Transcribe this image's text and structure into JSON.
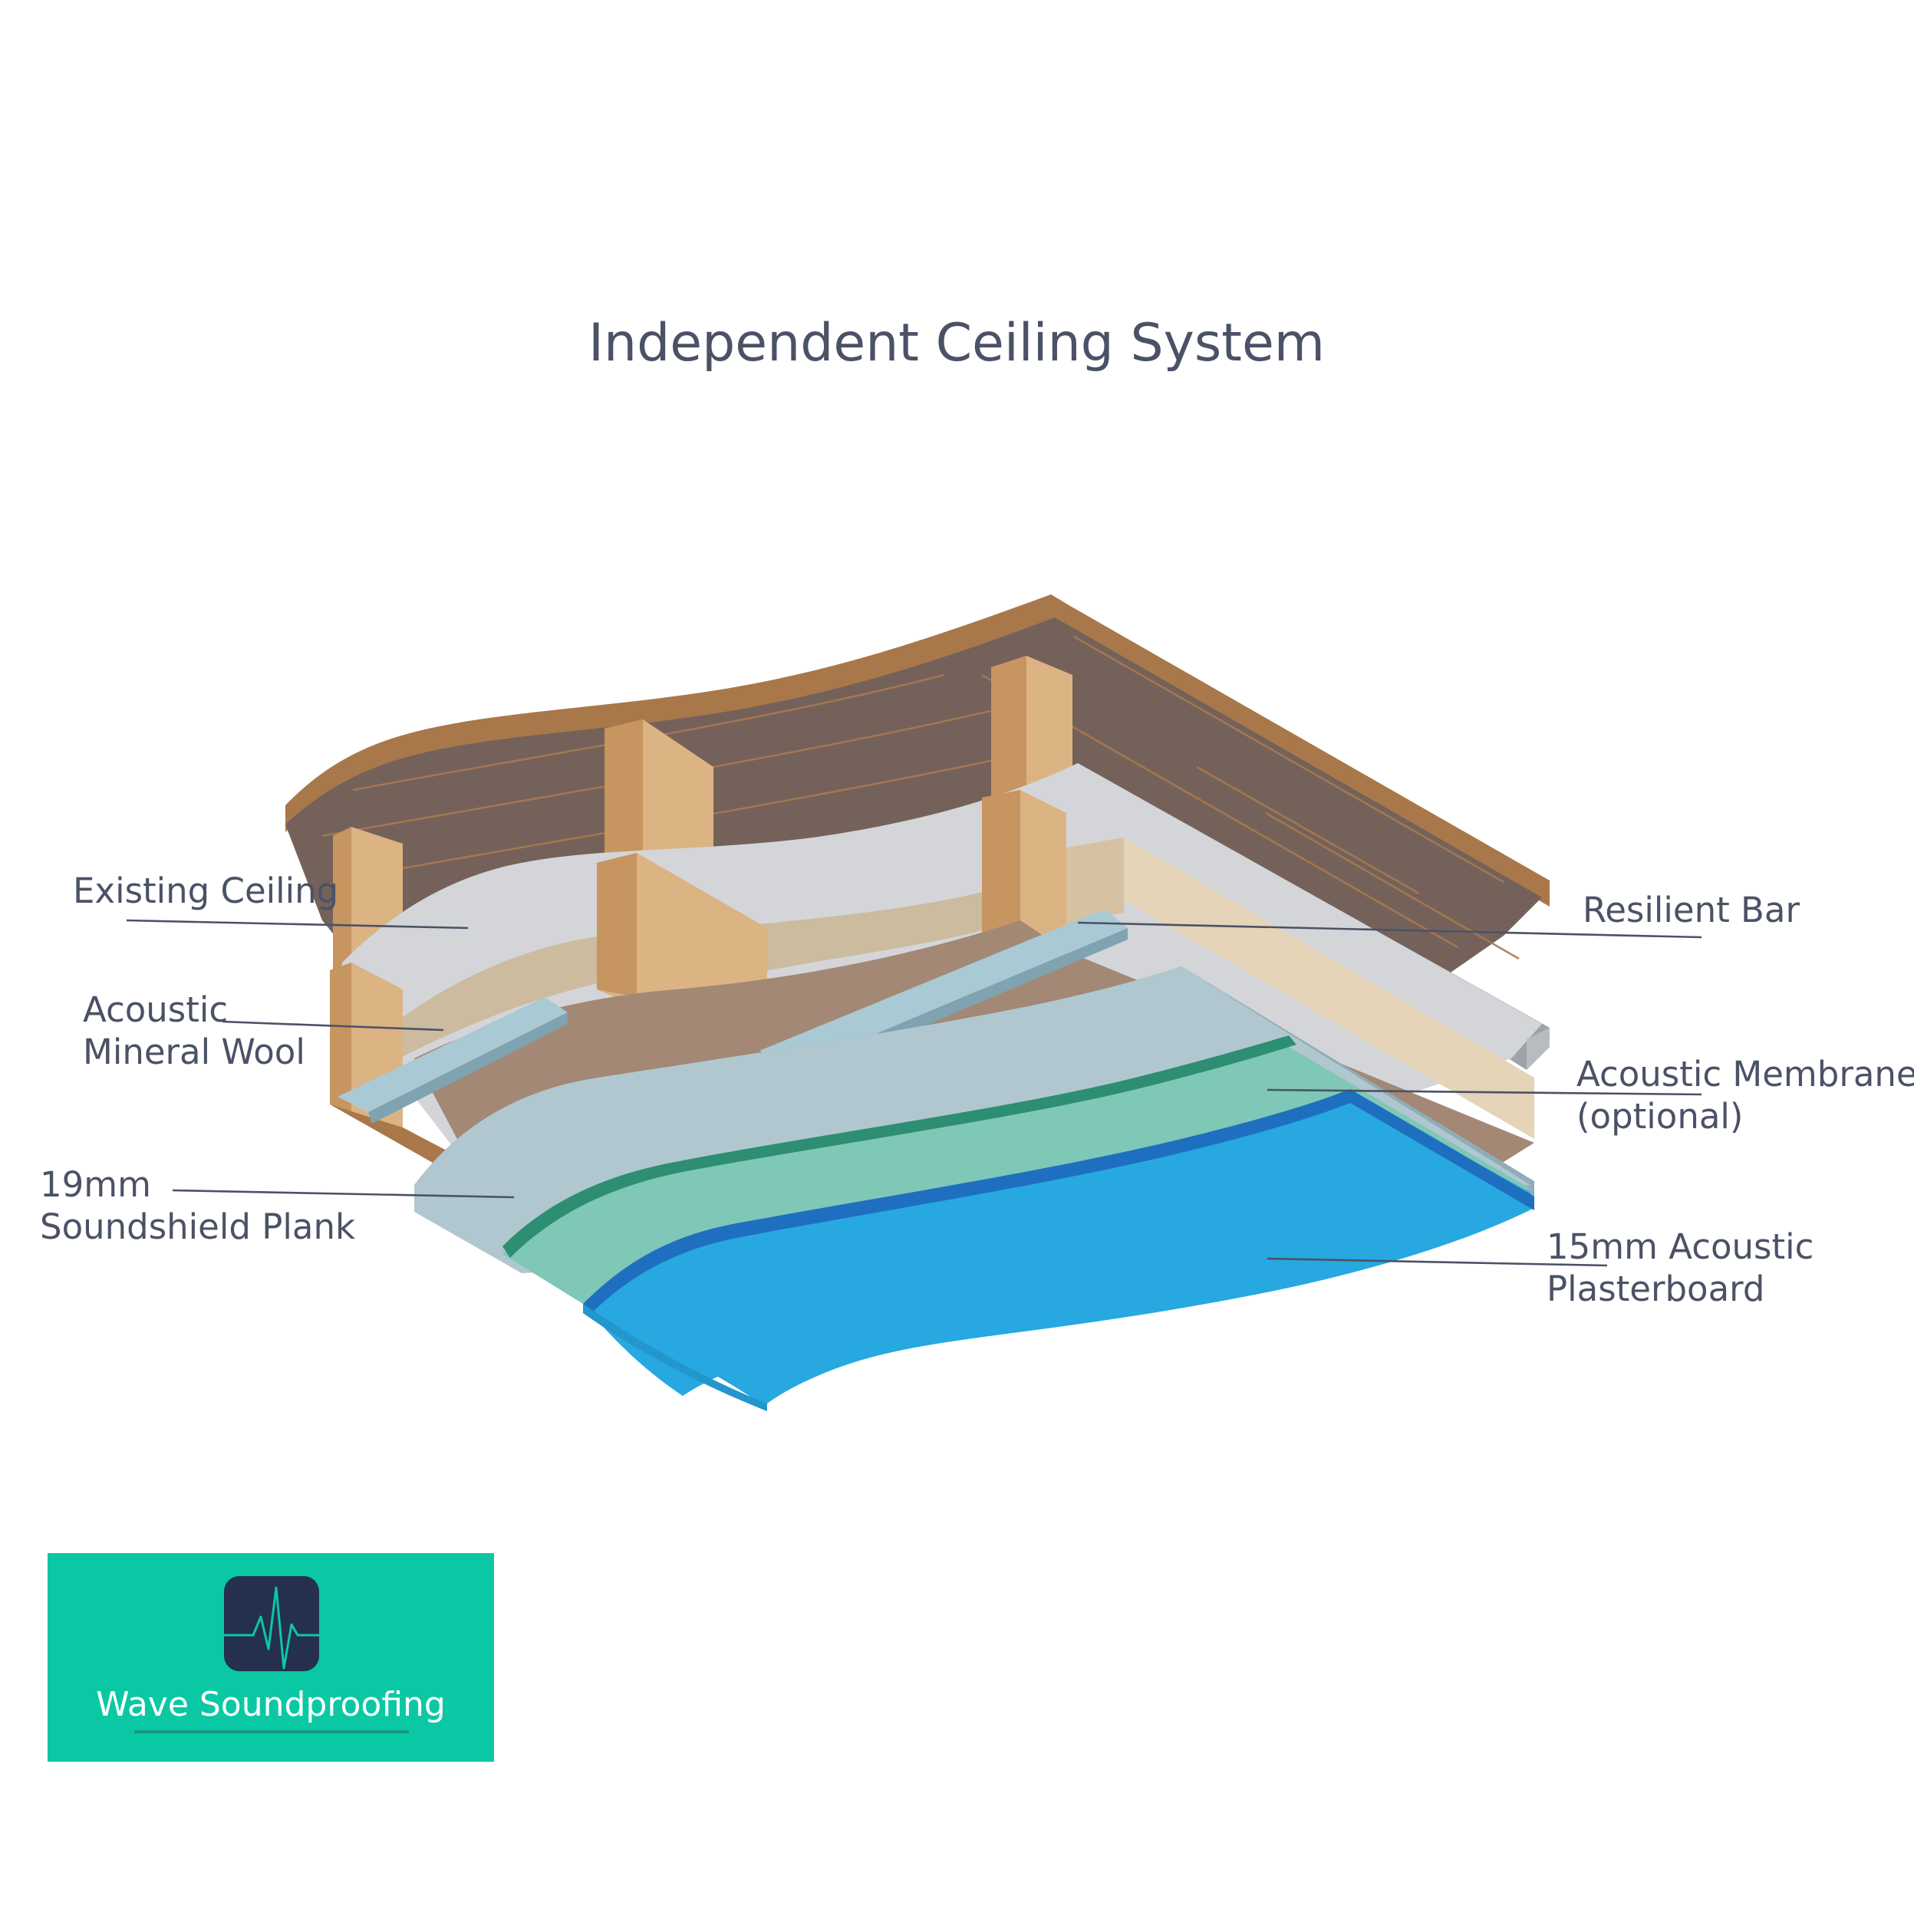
{
  "title": "Independent Ceiling System",
  "callouts": {
    "existing_ceiling": [
      "Existing Ceiling"
    ],
    "mineral_wool": [
      "Acoustic",
      "Mineral Wool"
    ],
    "soundshield": [
      "19mm",
      "Soundshield Plank"
    ],
    "resilient_bar": [
      "Resilient Bar"
    ],
    "membrane": [
      "Acoustic Membrane",
      "(optional)"
    ],
    "plasterboard": [
      "15mm Acoustic",
      "Plasterboard"
    ]
  },
  "logo": {
    "name": "Wave Soundproofing",
    "icon": "soundwave-icon",
    "background": "#0bc8a4",
    "icon_bg": "#24304d"
  },
  "colors": {
    "timber_board": "#74625a",
    "timber_edge": "#a9784a",
    "joist": "#dcb383",
    "existing_ceiling": "#d4d5d8",
    "mineral_wool": "#e6d4b9",
    "resilient_bar": "#a9c9d4",
    "soundshield": "#b0c7cf",
    "membrane": "#7fc7b7",
    "plasterboard": "#27a8e0"
  }
}
